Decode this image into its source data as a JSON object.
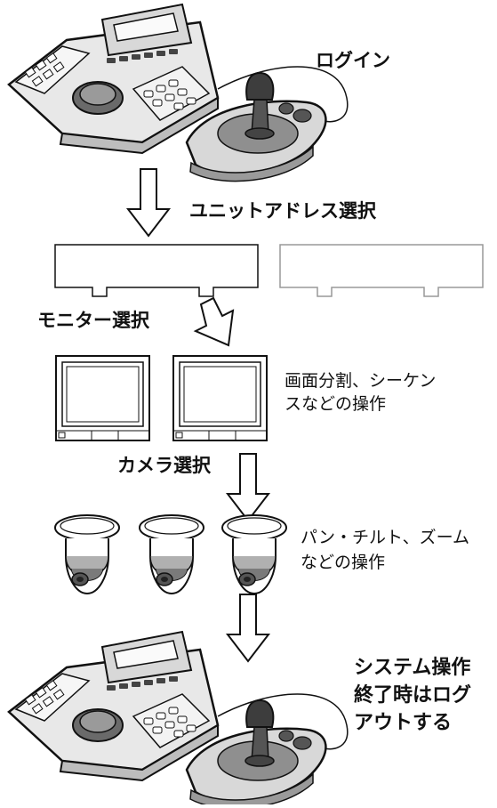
{
  "steps": {
    "login": "ログイン",
    "unit_address": "ユニットアドレス選択",
    "monitor_select": "モニター選択",
    "screen_ops_line1": "画面分割、シーケン",
    "screen_ops_line2": "スなどの操作",
    "camera_select": "カメラ選択",
    "camera_ops_line1": "パン・チルト、ズーム",
    "camera_ops_line2": "などの操作",
    "logout_line1": "システム操作",
    "logout_line2": "終了時はログ",
    "logout_line3": "アウトする"
  }
}
